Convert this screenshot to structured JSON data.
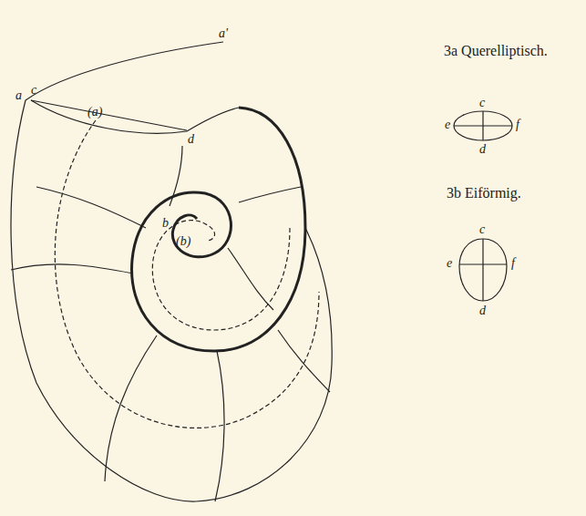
{
  "diagram": {
    "labels": [
      "a'",
      "a",
      "c",
      "(a)",
      "d",
      "b",
      "(b)",
      "3a Querelliptisch.",
      "c",
      "e",
      "f",
      "d",
      "3b Eiförmig.",
      "c",
      "e",
      "f",
      "d"
    ]
  }
}
